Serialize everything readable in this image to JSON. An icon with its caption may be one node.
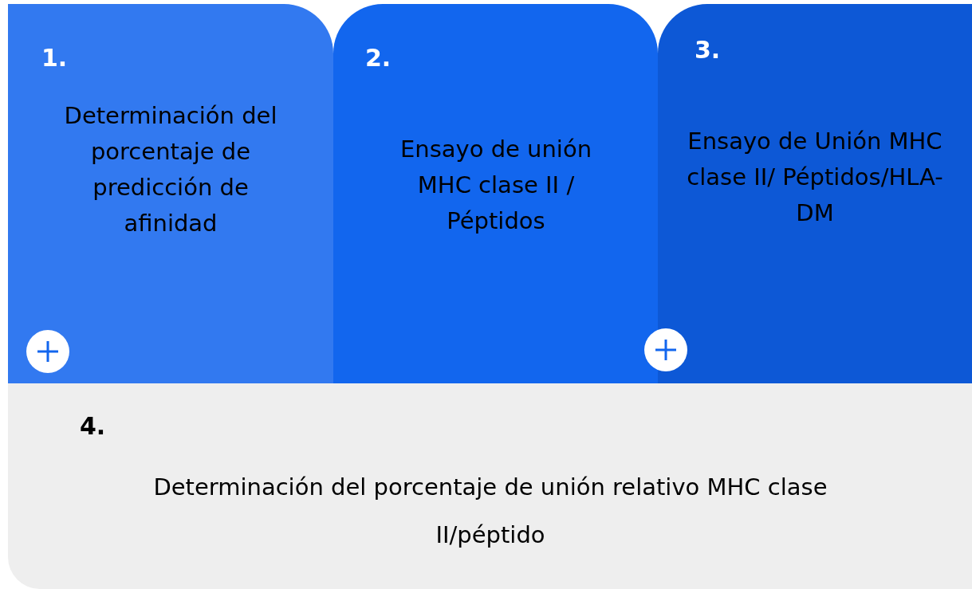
{
  "diagram": {
    "nodes": [
      {
        "text": [
          "1.",
          "Determinación del porcentaje de predicción de afinidad"
        ]
      },
      {
        "text": [
          "2.",
          "Ensayo de unión MHC clase II / Péptidos"
        ]
      },
      {
        "text": [
          "3.",
          "Ensayo de Unión MHC clase II/ Péptidos/HLA-DM"
        ]
      },
      {
        "text": [
          "4.",
          "Determinación del porcentaje de unión relativo MHC clase II/péptido"
        ]
      }
    ]
  }
}
